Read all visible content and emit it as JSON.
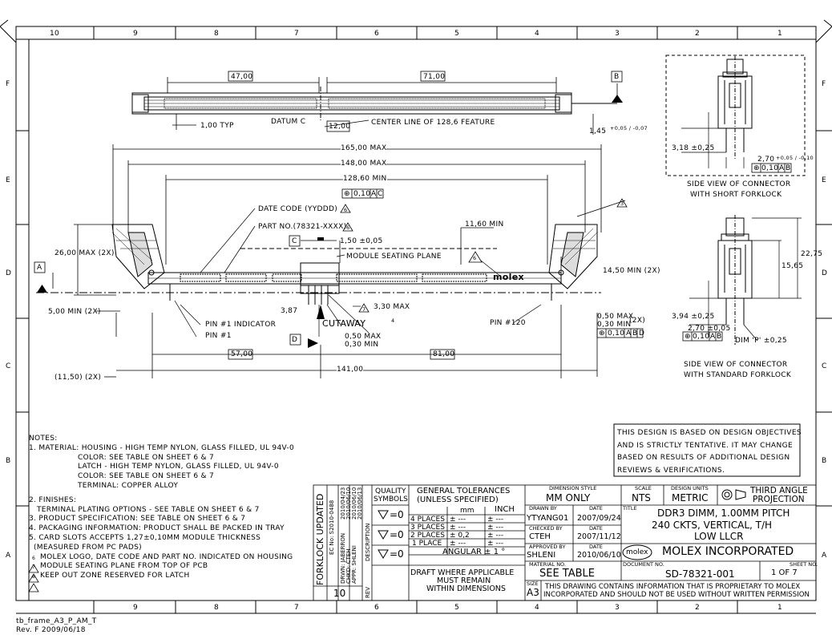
{
  "frame": {
    "col_labels": [
      "10",
      "9",
      "8",
      "7",
      "6",
      "5",
      "4",
      "3",
      "2",
      "1"
    ],
    "row_labels": [
      "F",
      "E",
      "D",
      "C",
      "B",
      "A"
    ],
    "template": "tb_frame_A3_P_AM_T",
    "template_rev": "Rev. F  2009/06/18"
  },
  "top_view": {
    "dim_47": "47,00",
    "dim_71": "71,00",
    "datum_b": "B",
    "pitch": "1,00 TYP",
    "datum_c": "DATUM C",
    "dim_12": "12,00",
    "centerline": "CENTER LINE OF 128,6 FEATURE",
    "dim_145": "1,45",
    "tol_145": "+0,05 / -0,07"
  },
  "front_view": {
    "d165": "165,00 MAX",
    "d148": "148,00 MAX",
    "d12860": "128,60 MIN",
    "fcf_top": [
      "⊕",
      "0,10",
      "A",
      "C"
    ],
    "date_code": "DATE CODE (YYDDD)",
    "date_code_flag": "6",
    "part_no": "PART NO.(78321-XXXX)",
    "part_no_flag": "6",
    "flag_3": "3",
    "d1160": "11,60 MIN",
    "datum_c": "C",
    "d150": "1,50 ±0,05",
    "seating": "MODULE SEATING PLANE",
    "flag_6": "6",
    "molex": "molex",
    "d2600": "26,00 MAX (2X)",
    "datum_a": "A",
    "d1450": "14,50 MIN (2X)",
    "d500": "5,00 MIN (2X)",
    "d387": "3,87",
    "flag_7": "7",
    "d330": "3,30 MAX",
    "cutaway": "CUTAWAY",
    "cutaway_sup": "4",
    "pin1_ind": "PIN #1 INDICATOR",
    "pin1": "PIN #1",
    "datum_d": "D",
    "d050max": "0,50 MAX",
    "d030min": "0,30 MIN",
    "pin120": "PIN #120",
    "d050b": "0,50 MAX",
    "d030b": "0,30 MIN",
    "two_x": "(2X)",
    "fcf_bot": [
      "⊕",
      "0,10",
      "A",
      "B",
      "D"
    ],
    "d5700": "57,00",
    "d8100": "81,00",
    "d14100": "141,00",
    "d1150": "(11,50) (2X)"
  },
  "side_top": {
    "d318": "3,18 ±0,25",
    "d270": "2,70",
    "tol_270": "+0,05 / -0,10",
    "fcf": [
      "⊕",
      "0,10",
      "A",
      "B"
    ],
    "caption1": "SIDE VIEW OF CONNECTOR",
    "caption2": "WITH SHORT FORKLOCK"
  },
  "side_bot": {
    "d2275": "22,75",
    "d1565": "15,65",
    "d394": "3,94 ±0,25",
    "d270": "2,70 ±0,05",
    "fcf": [
      "⊕",
      "0,10",
      "A",
      "B"
    ],
    "dim_p": "DIM 'P' ±0,25",
    "caption1": "SIDE VIEW OF CONNECTOR",
    "caption2": "WITH STANDARD FORKLOCK"
  },
  "notes": {
    "title": "NOTES:",
    "l1": "1. MATERIAL: HOUSING - HIGH TEMP NYLON, GLASS FILLED, UL 94V-0",
    "l2": "COLOR: SEE TABLE ON SHEET 6 & 7",
    "l3": "LATCH - HIGH TEMP NYLON, GLASS FILLED, UL 94V-0",
    "l4": "COLOR: SEE TABLE ON SHEET 6 & 7",
    "l5": "TERMINAL: COPPER ALLOY",
    "l6": "2. FINISHES:",
    "l7": "TERMINAL PLATING OPTIONS - SEE TABLE ON SHEET 6 & 7",
    "l8": "3. PRODUCT SPECIFICATION: SEE TABLE ON SHEET 6 & 7",
    "l9": "4. PACKAGING INFORMATION: PRODUCT SHALL BE PACKED IN TRAY",
    "l10": "5. CARD SLOTS ACCEPTS 1,27±0,10MM MODULE THICKNESS",
    "l11": "(MEASURED FROM PC PADS)",
    "f6": "6",
    "l12": "MOLEX LOGO, DATE CODE AND PART NO. INDICATED ON HOUSING",
    "f7": "7",
    "l13": "MODULE SEATING PLANE FROM TOP OF PCB",
    "f8": "8",
    "l14": "KEEP OUT ZONE RESERVED FOR LATCH"
  },
  "design_note": {
    "l1": "THIS DESIGN IS BASED ON DESIGN OBJECTIVES",
    "l2": "AND IS STRICTLY TENTATIVE. IT MAY CHANGE",
    "l3": "BASED ON RESULTS OF ADDITIONAL DESIGN",
    "l4": "REVIEWS & VERIFICATIONS."
  },
  "revision": {
    "title": "FORKLOCK UPDATED",
    "ec": "EC No: S2010-0488",
    "drwn": "DRWN: JABERRON",
    "chkd": "CHKD: CTEH",
    "appr": "APPR: SHLENI",
    "d1": "2010/04/23",
    "d2": "2010/06/10",
    "d3": "2010/06/10",
    "d4": "2010/06/13",
    "rev": "10",
    "desc": "DESCRIPTION",
    "rev_label": "REV"
  },
  "quality": {
    "header1": "QUALITY",
    "header2": "SYMBOLS",
    "s1": "=0",
    "s2": "=0",
    "s3": "=0"
  },
  "tolerances": {
    "title1": "GENERAL TOLERANCES",
    "title2": "(UNLESS SPECIFIED)",
    "mm": "mm",
    "inch": "INCH",
    "r4": "4 PLACES",
    "r3": "3 PLACES",
    "r2": "2 PLACES",
    "r1": "1 PLACE",
    "v4": "± ---",
    "v3": "± ---",
    "v2": "± 0,2",
    "v1": "± ---",
    "i4": "± ---",
    "i3": "± ---",
    "i2": "± ---",
    "i1": "± ---",
    "angular": "ANGULAR ± 1 °",
    "draft1": "DRAFT WHERE APPLICABLE",
    "draft2": "MUST REMAIN",
    "draft3": "WITHIN DIMENSIONS"
  },
  "title_block": {
    "dim_style_label": "DIMENSION STYLE",
    "dim_style": "MM ONLY",
    "scale_label": "SCALE",
    "scale": "NTS",
    "units_label": "DESIGN UNITS",
    "units": "METRIC",
    "projection1": "THIRD ANGLE",
    "projection2": "PROJECTION",
    "drawn_by_label": "DRAWN BY",
    "drawn_by": "YTYANG01",
    "drawn_date_label": "DATE",
    "drawn_date": "2007/09/24",
    "checked_label": "CHECKED BY",
    "checked": "CTEH",
    "checked_date_label": "DATE",
    "checked_date": "2007/11/12",
    "approved_label": "APPROVED BY",
    "approved": "SHLENI",
    "approved_date_label": "DATE",
    "approved_date": "2010/06/10",
    "title_label": "TITLE",
    "title1": "DDR3 DIMM, 1.00MM PITCH",
    "title2": "240 CKTS, VERTICAL, T/H",
    "title3": "LOW LLCR",
    "logo": "molex",
    "company": "MOLEX INCORPORATED",
    "material_label": "MATERIAL NO.",
    "material": "SEE TABLE",
    "document_label": "DOCUMENT NO.",
    "document": "SD-78321-001",
    "sheet_label": "SHEET NO.",
    "sheet": "1 OF 7",
    "size_label": "SIZE",
    "size": "A3",
    "proprietary1": "THIS DRAWING CONTAINS INFORMATION THAT IS PROPRIETARY TO MOLEX",
    "proprietary2": "INCORPORATED AND SHOULD NOT BE USED WITHOUT WRITTEN PERMISSION"
  }
}
